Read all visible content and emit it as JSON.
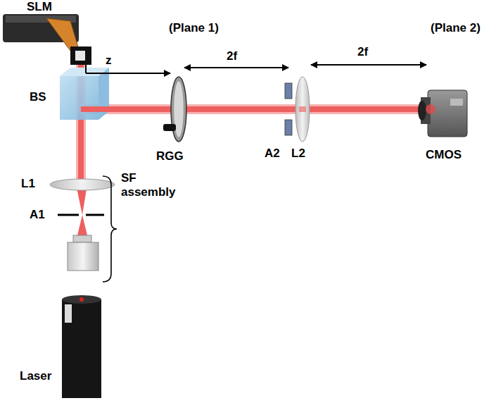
{
  "diagram": {
    "labels": [
      "SLM",
      "z",
      "(Plane 1)",
      "2f",
      "2f",
      "(Plane 2)",
      "BS",
      "RGG",
      "A2",
      "L2",
      "CMOS",
      "L1",
      "SF assembly",
      "A1",
      "Laser"
    ]
  }
}
